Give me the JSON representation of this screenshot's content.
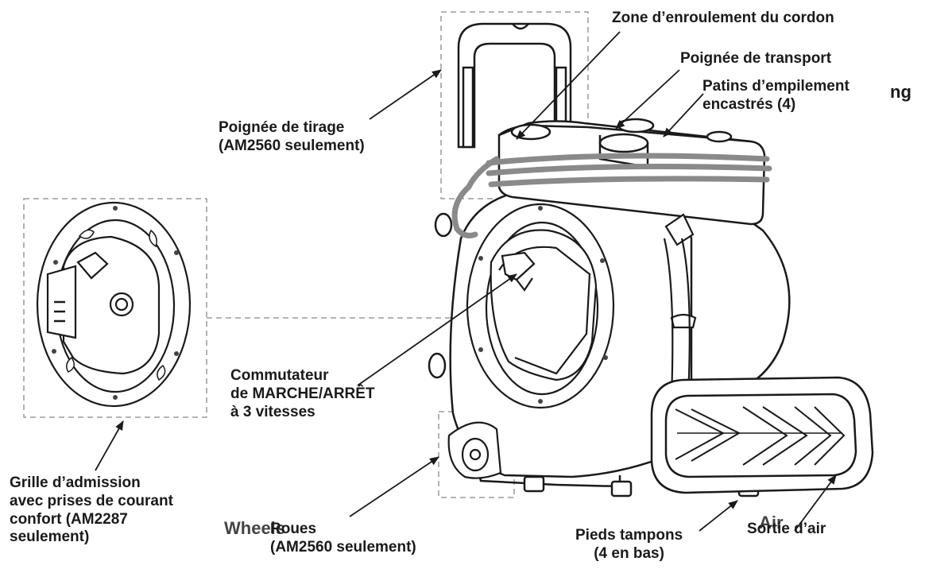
{
  "labels": {
    "cord_zone": "Zone d’enroulement du cordon",
    "carry_handle": "Poignée de transport",
    "stacking_pads": [
      "Patins d’empilement",
      "encastrés (4)"
    ],
    "fragment_ng": "ng",
    "tow_handle": [
      "Poignée de tirage",
      "(AM2560 seulement)"
    ],
    "switch": [
      "Commutateur",
      "de MARCHE/ARRÊT",
      "à 3 vitesses"
    ],
    "intake_grill": [
      "Grille d’admission",
      "avec prises de courant",
      "confort (AM2287",
      "seulement)"
    ],
    "wheels_en": "Wheels",
    "wheels_fr": [
      "Roues",
      "(AM2560 seulement)"
    ],
    "feet": [
      "Pieds tampons",
      "(4 en bas)"
    ],
    "air_en": "Air",
    "air_outlet": "Sortie d’air"
  },
  "colors": {
    "line": "#1a1a1a",
    "cord": "#8a8a8a",
    "dashed": "#888888"
  }
}
